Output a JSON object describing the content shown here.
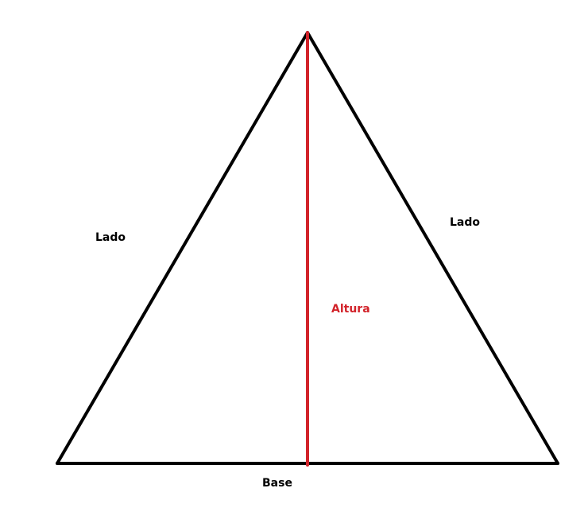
{
  "labels": {
    "left_side": "Lado",
    "right_side": "Lado",
    "height": "Altura",
    "base": "Base"
  },
  "colors": {
    "background": "#ffffff",
    "triangle_stroke": "#000000",
    "height_line": "#d2232a",
    "label_text": "#000000",
    "height_label_text": "#d2232a"
  }
}
